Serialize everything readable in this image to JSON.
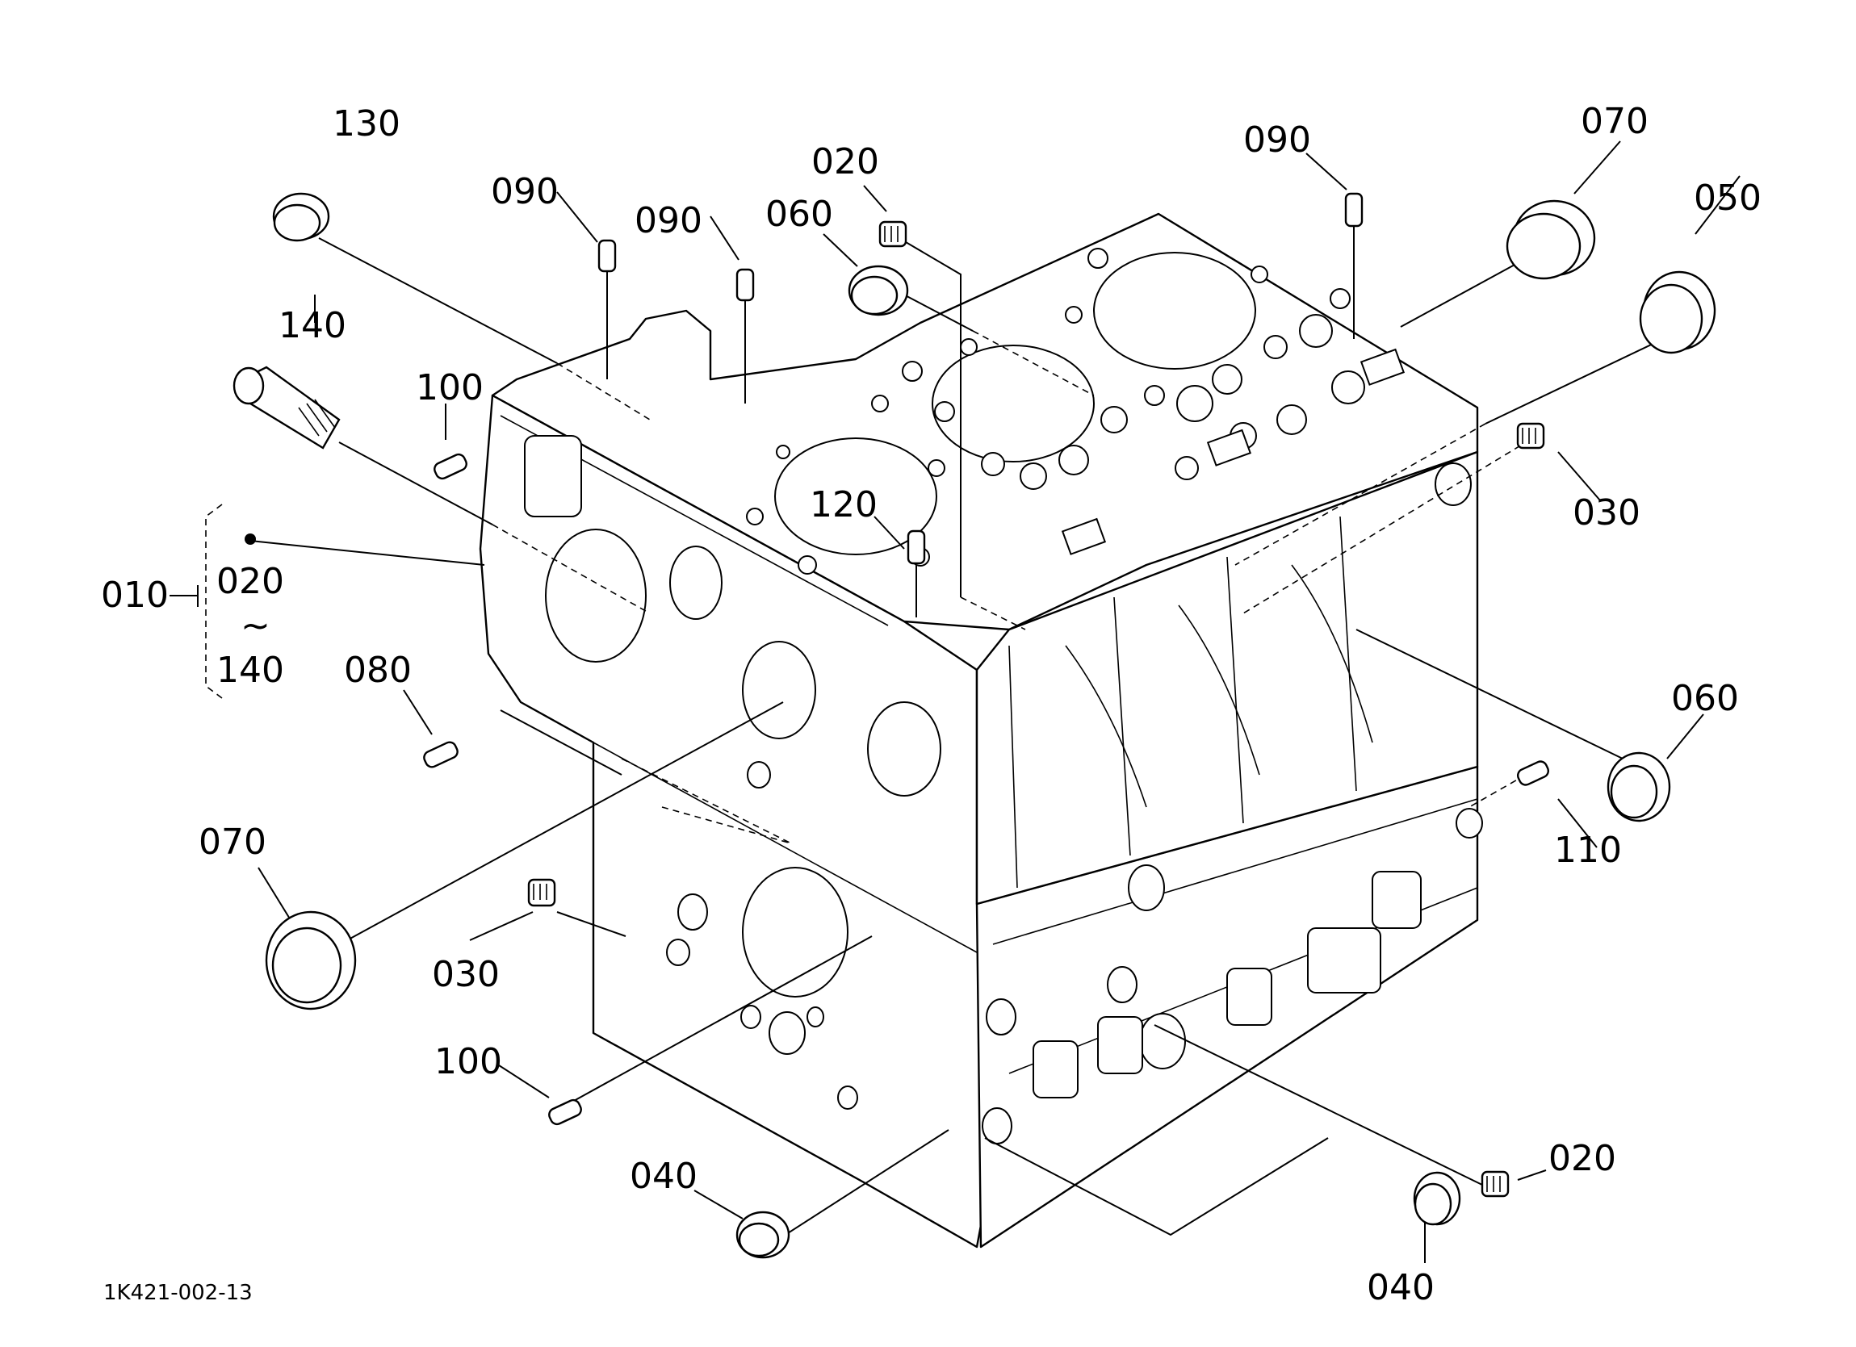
{
  "figure_code": "1K421-002-13",
  "group_range": {
    "main": "010",
    "from": "020",
    "tilde": "~",
    "to": "140"
  },
  "callouts": [
    {
      "id": "c130",
      "text": "130"
    },
    {
      "id": "c090a",
      "text": "090"
    },
    {
      "id": "c090b",
      "text": "090"
    },
    {
      "id": "c020a",
      "text": "020"
    },
    {
      "id": "c060a",
      "text": "060"
    },
    {
      "id": "c090c",
      "text": "090"
    },
    {
      "id": "c070a",
      "text": "070"
    },
    {
      "id": "c050",
      "text": "050"
    },
    {
      "id": "c140",
      "text": "140"
    },
    {
      "id": "c100a",
      "text": "100"
    },
    {
      "id": "c120",
      "text": "120"
    },
    {
      "id": "c030a",
      "text": "030"
    },
    {
      "id": "c080",
      "text": "080"
    },
    {
      "id": "c060b",
      "text": "060"
    },
    {
      "id": "c110",
      "text": "110"
    },
    {
      "id": "c070b",
      "text": "070"
    },
    {
      "id": "c030b",
      "text": "030"
    },
    {
      "id": "c100b",
      "text": "100"
    },
    {
      "id": "c040a",
      "text": "040"
    },
    {
      "id": "c020b",
      "text": "020"
    },
    {
      "id": "c040b",
      "text": "040"
    }
  ]
}
